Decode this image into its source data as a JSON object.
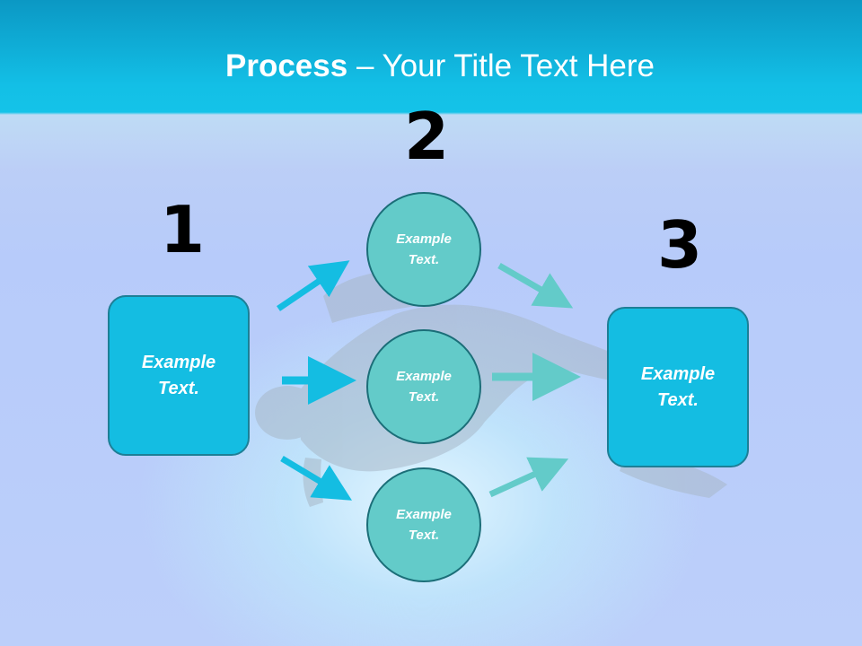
{
  "slide": {
    "title_bold": "Process",
    "title_rest": " – Your Title Text Here"
  },
  "steps": {
    "one": {
      "number": "1",
      "label": "Example\nText."
    },
    "two": {
      "number": "2",
      "items": [
        {
          "label": "Example\nText."
        },
        {
          "label": "Example\nText."
        },
        {
          "label": "Example\nText."
        }
      ]
    },
    "three": {
      "number": "3",
      "label": "Example\nText."
    }
  },
  "colors": {
    "header": "#14c3e8",
    "box_fill": "#14bde2",
    "circle_fill": "#63cbc9",
    "arrow_in": "#14bde2",
    "arrow_out": "#63cbc9"
  }
}
